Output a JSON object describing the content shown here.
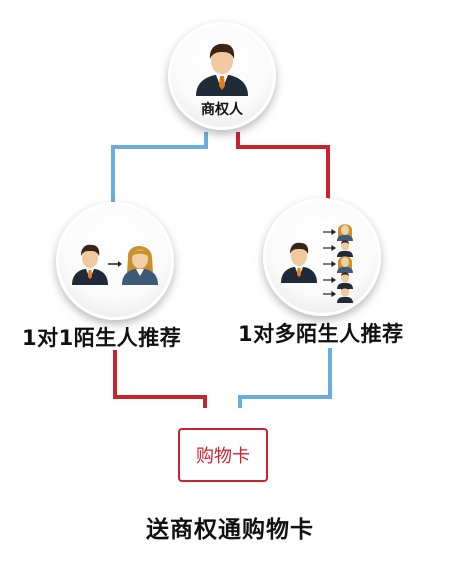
{
  "nodes": {
    "top": {
      "label": "商权人"
    },
    "left": {
      "label": "1对1陌生人推荐"
    },
    "right": {
      "label": "1对多陌生人推荐"
    }
  },
  "card": {
    "label": "购物卡"
  },
  "caption": "送商权通购物卡",
  "colors": {
    "red": "#c8242f",
    "blue": "#6aaee0"
  },
  "icons": [
    "businessman-icon",
    "arrow-icon",
    "woman-icon",
    "small-person-icon"
  ]
}
